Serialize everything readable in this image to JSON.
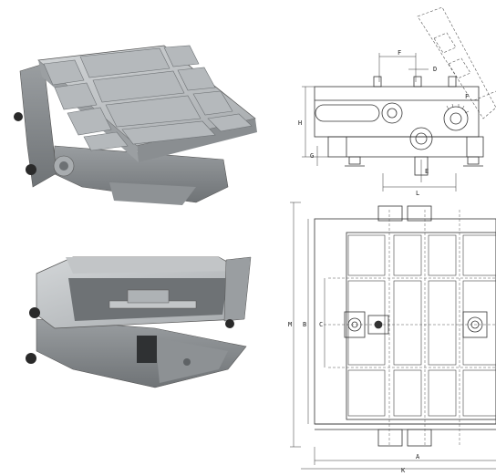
{
  "colors": {
    "metal_light": "#c9ccce",
    "metal_mid": "#a9adb0",
    "metal_dark": "#7d8185",
    "line": "#333333",
    "dash": "#555555",
    "bolt": "#2a2a2a"
  },
  "drawing_labels": {
    "side": {
      "F": "F",
      "D": "D",
      "H": "H",
      "G": "G",
      "E": "E",
      "L": "L"
    },
    "plan": {
      "M": "M",
      "B": "B",
      "C": "C",
      "A": "A",
      "K": "K"
    }
  }
}
